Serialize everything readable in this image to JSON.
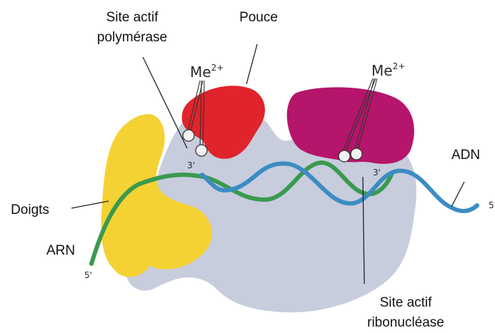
{
  "labels": {
    "site_actif_pol_line1": "Site actif",
    "site_actif_pol_line2": "polymérase",
    "pouce": "Pouce",
    "me_left": "Me",
    "me_right": "Me",
    "charge": "2+",
    "adn": "ADN",
    "doigts": "Doigts",
    "arn": "ARN",
    "site_actif_rib_line1": "Site actif",
    "site_actif_rib_line2": "ribonucléase",
    "five_prime_left": "5'",
    "five_prime_right": "5",
    "three_prime_left": "3'",
    "three_prime_right": "3'"
  },
  "colors": {
    "body": "#c7cddd",
    "fingers": "#f5d233",
    "thumb": "#e0242b",
    "rnase": "#b5156a",
    "dna": "#3d8cc4",
    "rna": "#3a9a4e",
    "metal": "#f2f2f2"
  }
}
